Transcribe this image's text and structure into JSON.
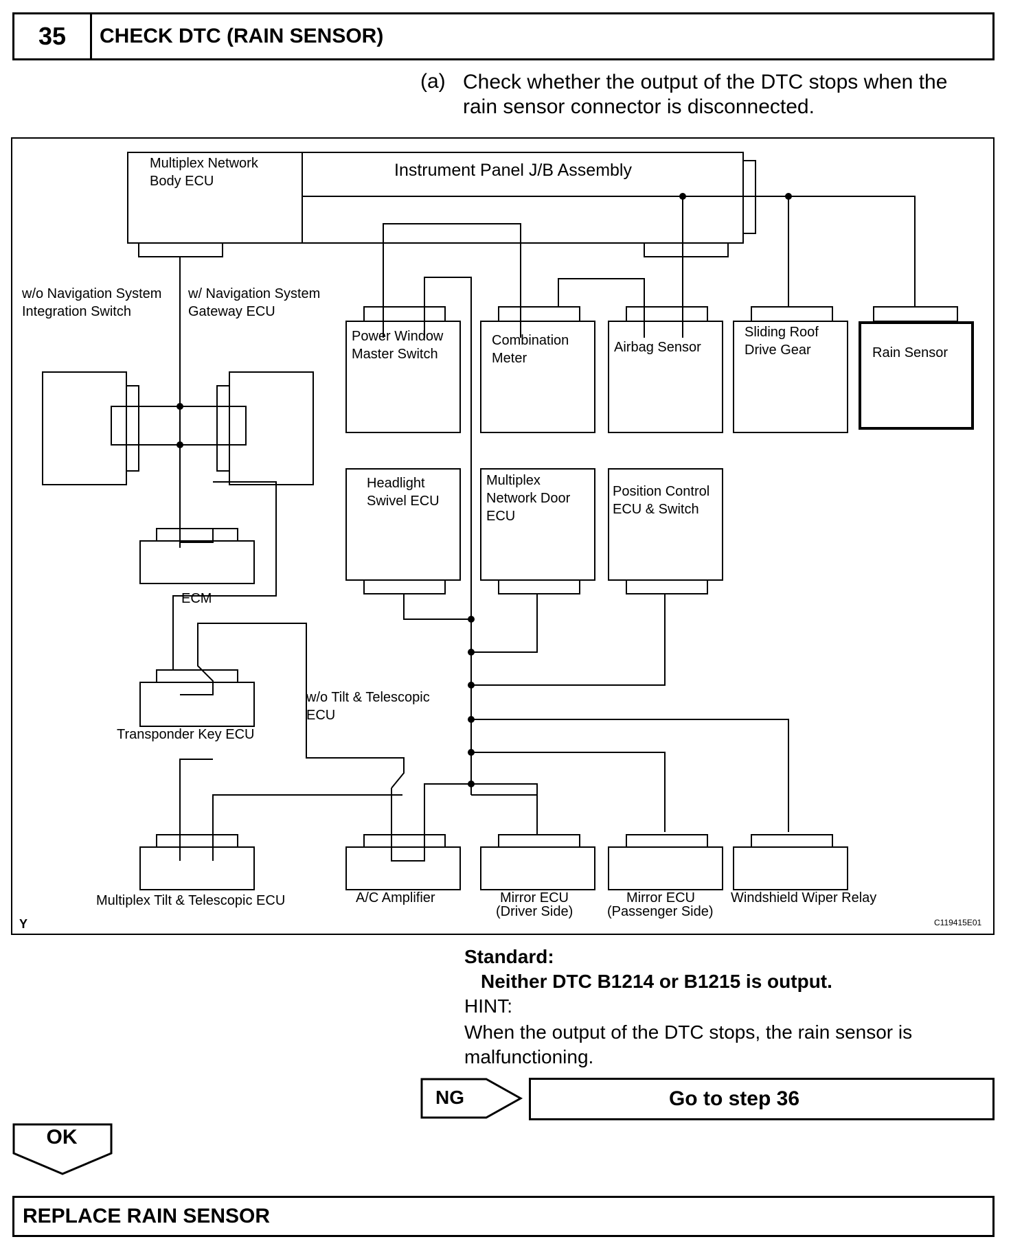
{
  "step": {
    "number": "35",
    "title": "CHECK DTC (RAIN SENSOR)"
  },
  "instruction": {
    "letter": "(a)",
    "text": "Check whether the output of the DTC stops when the rain sensor connector is disconnected."
  },
  "diagram": {
    "labels": {
      "body_ecu_1": "Multiplex Network",
      "body_ecu_2": "Body ECU",
      "jb": "Instrument Panel J/B Assembly",
      "wo_nav_1": "w/o Navigation System",
      "wo_nav_2": "Integration Switch",
      "w_nav_1": "w/ Navigation System",
      "w_nav_2": "Gateway ECU",
      "pw_1": "Power Window",
      "pw_2": "Master Switch",
      "cm_1": "Combination",
      "cm_2": "Meter",
      "airbag": "Airbag Sensor",
      "sr_1": "Sliding Roof",
      "sr_2": "Drive Gear",
      "rain": "Rain Sensor",
      "hl_1": "Headlight",
      "hl_2": "Swivel ECU",
      "door_1": "Multiplex",
      "door_2": "Network Door",
      "door_3": "ECU",
      "pos_1": "Position Control",
      "pos_2": "ECU & Switch",
      "ecm": "ECM",
      "tk": "Transponder Key ECU",
      "wo_tilt_1": "w/o Tilt & Telescopic",
      "wo_tilt_2": "ECU",
      "tilt": "Multiplex Tilt & Telescopic ECU",
      "ac": "A/C Amplifier",
      "mirror_d_1": "Mirror ECU",
      "mirror_d_2": "(Driver Side)",
      "mirror_p_1": "Mirror ECU",
      "mirror_p_2": "(Passenger Side)",
      "wiper": "Windshield Wiper Relay",
      "corner_y": "Y",
      "code": "C119415E01"
    }
  },
  "standard": {
    "label": "Standard:",
    "text": "Neither DTC B1214 or B1215 is output."
  },
  "hint": {
    "label": "HINT:",
    "text": "When the output of the DTC stops, the rain sensor is malfunctioning."
  },
  "ng": {
    "label": "NG",
    "goto": "Go to step 36"
  },
  "ok": {
    "label": "OK"
  },
  "final": {
    "text": "REPLACE RAIN SENSOR"
  }
}
